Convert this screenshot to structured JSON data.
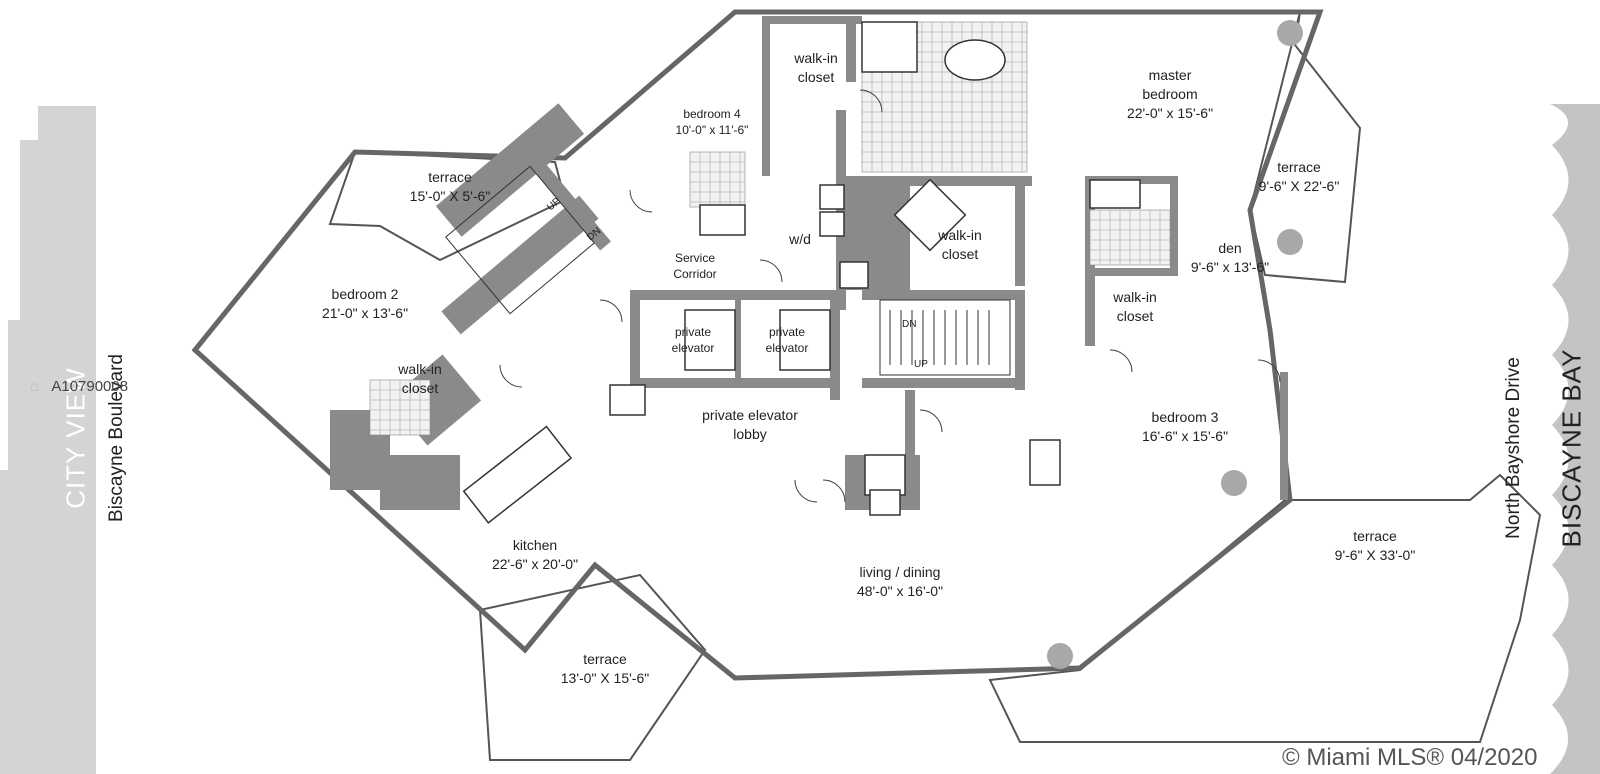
{
  "streets": {
    "left_street": "Biscayne Boulevard",
    "left_view": "CITY VIEW",
    "right_street": "North Bayshore Drive",
    "right_view": "BISCAYNE BAY"
  },
  "rooms": [
    {
      "id": "walkin-closet-top",
      "name": "walk-in\ncloset",
      "dims": ""
    },
    {
      "id": "master-bedroom",
      "name": "master\nbedroom",
      "dims": "22'-0\" x 15'-6\""
    },
    {
      "id": "bedroom-4",
      "name": "bedroom 4",
      "dims": "10'-0\" x 11'-6\""
    },
    {
      "id": "terrace-nw",
      "name": "terrace",
      "dims": "15'-0\" X 5'-6\""
    },
    {
      "id": "terrace-ne",
      "name": "terrace",
      "dims": "9'-6\" X 22'-6\""
    },
    {
      "id": "den",
      "name": "den",
      "dims": "9'-6\" x 13'-6\""
    },
    {
      "id": "walkin-closet-center",
      "name": "walk-in\ncloset",
      "dims": ""
    },
    {
      "id": "wd",
      "name": "w/d",
      "dims": ""
    },
    {
      "id": "service-corridor",
      "name": "Service\nCorridor",
      "dims": ""
    },
    {
      "id": "bedroom-2",
      "name": "bedroom 2",
      "dims": "21'-0\" x 13'-6\""
    },
    {
      "id": "walkin-closet-right",
      "name": "walk-in\ncloset",
      "dims": ""
    },
    {
      "id": "walkin-closet-left",
      "name": "walk-in\ncloset",
      "dims": ""
    },
    {
      "id": "private-elevator-1",
      "name": "private\nelevator",
      "dims": ""
    },
    {
      "id": "private-elevator-2",
      "name": "private\nelevator",
      "dims": ""
    },
    {
      "id": "elevator-lobby",
      "name": "private elevator\nlobby",
      "dims": ""
    },
    {
      "id": "bedroom-3",
      "name": "bedroom 3",
      "dims": "16'-6\" x 15'-6\""
    },
    {
      "id": "terrace-e",
      "name": "terrace",
      "dims": "9'-6\" X 33'-0\""
    },
    {
      "id": "kitchen",
      "name": "kitchen",
      "dims": "22'-6\" x 20'-0\""
    },
    {
      "id": "living-dining",
      "name": "living / dining",
      "dims": "48'-0\" x 16'-0\""
    },
    {
      "id": "terrace-sw",
      "name": "terrace",
      "dims": "13'-0\" X 15'-6\""
    }
  ],
  "stair_labels": {
    "up_1": "UP",
    "dn_1": "DN",
    "dn_2": "DN",
    "up_2": "UP"
  },
  "watermark": {
    "listing": "A10790008",
    "copyright": "© Miami MLS® 04/2020"
  },
  "colors": {
    "wall": "#8a8a8a",
    "wall_dark": "#7a7a7a",
    "line": "#333333",
    "column": "#a8a8a8",
    "skyline": "#d0d0d0",
    "wave": "#bdbdbd"
  }
}
